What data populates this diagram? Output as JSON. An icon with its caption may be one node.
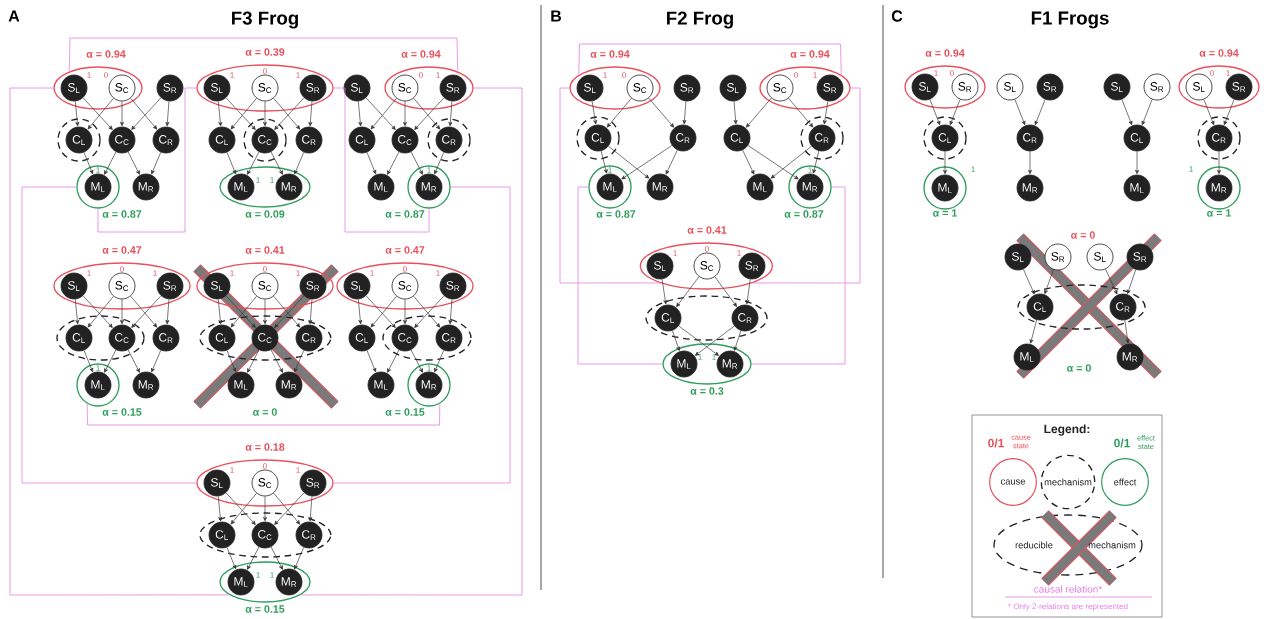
{
  "diagram": {
    "nodes": [
      {
        "text": [],
        "shape": "ellipse"
      },
      {
        "text": [],
        "shape": "circle"
      },
      {
        "text": [],
        "shape": "circle"
      },
      {
        "text": [],
        "shape": "ellipse"
      },
      {
        "text": [],
        "shape": "circle"
      },
      {
        "text": [],
        "shape": "ellipse"
      },
      {
        "text": [],
        "shape": "ellipse"
      },
      {
        "text": [],
        "shape": "circle"
      },
      {
        "text": [],
        "shape": "circle"
      },
      {
        "text": [],
        "shape": "ellipse"
      },
      {
        "text": [],
        "shape": "ellipse"
      },
      {
        "text": [],
        "shape": "circle"
      },
      {
        "text": [],
        "shape": "ellipse"
      },
      {
        "text": [],
        "shape": "ellipse"
      },
      {
        "text": [],
        "shape": "ellipse"
      },
      {
        "text": [],
        "shape": "ellipse"
      },
      {
        "text": [],
        "shape": "circle"
      },
      {
        "text": [],
        "shape": "ellipse"
      },
      {
        "text": [],
        "shape": "ellipse"
      },
      {
        "text": [],
        "shape": "ellipse"
      },
      {
        "text": [],
        "shape": "ellipse"
      },
      {
        "text": [],
        "shape": "circle"
      },
      {
        "text": [],
        "shape": "circle"
      },
      {
        "text": [],
        "shape": "ellipse"
      },
      {
        "text": [],
        "shape": "circle"
      },
      {
        "text": [],
        "shape": "circle"
      },
      {
        "text": [],
        "shape": "ellipse"
      },
      {
        "text": [],
        "shape": "ellipse"
      },
      {
        "text": [],
        "shape": "ellipse"
      },
      {
        "text": [],
        "shape": "ellipse"
      },
      {
        "text": [],
        "shape": "circle"
      },
      {
        "text": [],
        "shape": "circle"
      },
      {
        "text": [],
        "shape": "ellipse"
      },
      {
        "text": [],
        "shape": "circle"
      },
      {
        "text": [],
        "shape": "circle"
      },
      {
        "text": [],
        "shape": "ellipse"
      },
      {
        "text": [
          "S$_{L}$"
        ],
        "in": 0
      },
      {
        "text": [
          "S$_{C}$"
        ],
        "in": 0
      },
      {
        "text": [
          "S$_{R}$"
        ]
      },
      {
        "text": [
          "C$_{L}$"
        ],
        "in": 1
      },
      {
        "text": [
          "C$_{C}$"
        ]
      },
      {
        "text": [
          "C$_{R}$"
        ]
      },
      {
        "text": [
          "M$_{L}$"
        ],
        "in": 2
      },
      {
        "text": [
          "M$_{R}$"
        ]
      },
      {
        "text": [
          "S$_{L}$"
        ],
        "in": 3
      },
      {
        "text": [
          "S$_{C}$"
        ],
        "in": 3
      },
      {
        "text": [
          "S$_{R}$"
        ],
        "in": 3
      },
      {
        "text": [
          "C$_{L}$"
        ]
      },
      {
        "text": [
          "C$_{C}$"
        ],
        "in": 4
      },
      {
        "text": [
          "C$_{R}$"
        ]
      },
      {
        "text": [
          "M$_{L}$"
        ],
        "in": 5
      },
      {
        "text": [
          "M$_{R}$"
        ],
        "in": 5
      },
      {
        "text": [
          "S$_{L}$"
        ]
      },
      {
        "text": [
          "S$_{C}$"
        ],
        "in": 6
      },
      {
        "text": [
          "S$_{R}$"
        ],
        "in": 6
      },
      {
        "text": [
          "C$_{L}$"
        ]
      },
      {
        "text": [
          "C$_{C}$"
        ]
      },
      {
        "text": [
          "C$_{R}$"
        ],
        "in": 7
      },
      {
        "text": [
          "M$_{L}$"
        ]
      },
      {
        "text": [
          "M$_{R}$"
        ],
        "in": 8
      },
      {
        "text": [
          "S$_{L}$"
        ],
        "in": 9
      },
      {
        "text": [
          "S$_{C}$"
        ],
        "in": 9
      },
      {
        "text": [
          "S$_{R}$"
        ],
        "in": 9
      },
      {
        "text": [
          "C$_{L}$"
        ],
        "in": 10
      },
      {
        "text": [
          "C$_{C}$"
        ],
        "in": 10
      },
      {
        "text": [
          "C$_{R}$"
        ]
      },
      {
        "text": [
          "M$_{L}$"
        ],
        "in": 11
      },
      {
        "text": [
          "M$_{R}$"
        ]
      },
      {
        "text": [
          "S$_{L}$"
        ],
        "in": 12
      },
      {
        "text": [
          "S$_{C}$"
        ],
        "in": 12
      },
      {
        "text": [
          "S$_{R}$"
        ],
        "in": 12
      },
      {
        "text": [
          "C$_{L}$"
        ],
        "in": 13
      },
      {
        "text": [
          "C$_{C}$"
        ],
        "in": 13
      },
      {
        "text": [
          "C$_{R}$"
        ],
        "in": 13
      },
      {
        "text": [
          "M$_{L}$"
        ]
      },
      {
        "text": [
          "M$_{R}$"
        ]
      },
      {
        "text": [
          "S$_{L}$"
        ],
        "in": 14
      },
      {
        "text": [
          "S$_{C}$"
        ],
        "in": 14
      },
      {
        "text": [
          "S$_{R}$"
        ],
        "in": 14
      },
      {
        "text": [
          "C$_{L}$"
        ]
      },
      {
        "text": [
          "C$_{C}$"
        ],
        "in": 15
      },
      {
        "text": [
          "C$_{R}$"
        ],
        "in": 15
      },
      {
        "text": [
          "M$_{L}$"
        ]
      },
      {
        "text": [
          "M$_{R}$"
        ],
        "in": 16
      },
      {
        "text": [
          "S$_{L}$"
        ],
        "in": 17
      },
      {
        "text": [
          "S$_{C}$"
        ],
        "in": 17
      },
      {
        "text": [
          "S$_{R}$"
        ],
        "in": 17
      },
      {
        "text": [
          "C$_{L}$"
        ],
        "in": 18
      },
      {
        "text": [
          "C$_{C}$"
        ],
        "in": 18
      },
      {
        "text": [
          "C$_{R}$"
        ],
        "in": 18
      },
      {
        "text": [
          "M$_{L}$"
        ],
        "in": 19
      },
      {
        "text": [
          "M$_{R}$"
        ],
        "in": 19
      },
      {
        "text": [
          "S$_{L}$"
        ],
        "in": 20
      },
      {
        "text": [
          "S$_{C}$"
        ],
        "in": 20
      },
      {
        "text": [
          "S$_{R}$"
        ]
      },
      {
        "text": [
          "C$_{L}$"
        ],
        "in": 21
      },
      {
        "text": [
          "C$_{R}$"
        ]
      },
      {
        "text": [
          "M$_{L}$"
        ],
        "in": 22
      },
      {
        "text": [
          "M$_{R}$"
        ]
      },
      {
        "text": [
          "S$_{L}$"
        ]
      },
      {
        "text": [
          "S$_{C}$"
        ],
        "in": 23
      },
      {
        "text": [
          "S$_{R}$"
        ],
        "in": 23
      },
      {
        "text": [
          "C$_{L}$"
        ]
      },
      {
        "text": [
          "C$_{R}$"
        ],
        "in": 24
      },
      {
        "text": [
          "M$_{L}$"
        ]
      },
      {
        "text": [
          "M$_{R}$"
        ],
        "in": 25
      },
      {
        "text": [
          "S$_{L}$"
        ],
        "in": 26
      },
      {
        "text": [
          "S$_{C}$"
        ],
        "in": 26
      },
      {
        "text": [
          "S$_{R}$"
        ],
        "in": 26
      },
      {
        "text": [
          "C$_{L}$"
        ],
        "in": 27
      },
      {
        "text": [
          "C$_{R}$"
        ],
        "in": 27
      },
      {
        "text": [
          "M$_{L}$"
        ],
        "in": 28
      },
      {
        "text": [
          "M$_{R}$"
        ],
        "in": 28
      },
      {
        "text": [
          "S$_{L}$"
        ],
        "in": 29
      },
      {
        "text": [
          "S$_{R}$"
        ],
        "in": 29
      },
      {
        "text": [
          "C$_{L}$"
        ],
        "in": 30
      },
      {
        "text": [
          "M$_{L}$"
        ],
        "in": 31
      },
      {
        "text": [
          "S$_{L}$"
        ]
      },
      {
        "text": [
          "S$_{R}$"
        ]
      },
      {
        "text": [
          "C$_{R}$"
        ]
      },
      {
        "text": [
          "M$_{R}$"
        ]
      },
      {
        "text": [
          "S$_{L}$"
        ]
      },
      {
        "text": [
          "S$_{R}$"
        ]
      },
      {
        "text": [
          "C$_{L}$"
        ]
      },
      {
        "text": [
          "M$_{L}$"
        ]
      },
      {
        "text": [
          "S$_{L}$"
        ],
        "in": 32
      },
      {
        "text": [
          "S$_{R}$"
        ],
        "in": 32
      },
      {
        "text": [
          "C$_{R}$"
        ],
        "in": 33
      },
      {
        "text": [
          "M$_{R}$"
        ],
        "in": 34
      },
      {
        "text": [
          "S$_{L}$"
        ]
      },
      {
        "text": [
          "S$_{R}$"
        ]
      },
      {
        "text": [
          "S$_{L}$"
        ]
      },
      {
        "text": [
          "S$_{R}$"
        ]
      },
      {
        "text": [
          "C$_{L}$"
        ],
        "in": 35
      },
      {
        "text": [
          "C$_{R}$"
        ],
        "in": 35
      },
      {
        "text": [
          "M$_{L}$"
        ]
      },
      {
        "text": [
          "M$_{R}$"
        ]
      }
    ],
    "edges": [
      {
        "from": 36,
        "to": 39,
        "arrow": "to"
      },
      {
        "from": 36,
        "to": 40,
        "arrow": "to"
      },
      {
        "from": 37,
        "to": 39,
        "arrow": "to"
      },
      {
        "from": 37,
        "to": 40,
        "arrow": "to"
      },
      {
        "from": 37,
        "to": 41,
        "arrow": "to"
      },
      {
        "from": 38,
        "to": 40,
        "arrow": "to"
      },
      {
        "from": 38,
        "to": 41,
        "arrow": "to"
      },
      {
        "from": 39,
        "to": 42,
        "arrow": "to"
      },
      {
        "from": 40,
        "to": 42,
        "arrow": "to"
      },
      {
        "from": 40,
        "to": 43,
        "arrow": "to"
      },
      {
        "from": 41,
        "to": 43,
        "arrow": "to"
      },
      {
        "from": 44,
        "to": 47,
        "arrow": "to"
      },
      {
        "from": 44,
        "to": 48,
        "arrow": "to"
      },
      {
        "from": 45,
        "to": 47,
        "arrow": "to"
      },
      {
        "from": 45,
        "to": 48,
        "arrow": "to"
      },
      {
        "from": 45,
        "to": 49,
        "arrow": "to"
      },
      {
        "from": 46,
        "to": 48,
        "arrow": "to"
      },
      {
        "from": 46,
        "to": 49,
        "arrow": "to"
      },
      {
        "from": 47,
        "to": 50,
        "arrow": "to"
      },
      {
        "from": 48,
        "to": 50,
        "arrow": "to"
      },
      {
        "from": 48,
        "to": 51,
        "arrow": "to"
      },
      {
        "from": 49,
        "to": 51,
        "arrow": "to"
      },
      {
        "from": 52,
        "to": 55,
        "arrow": "to"
      },
      {
        "from": 52,
        "to": 56,
        "arrow": "to"
      },
      {
        "from": 53,
        "to": 55,
        "arrow": "to"
      },
      {
        "from": 53,
        "to": 56,
        "arrow": "to"
      },
      {
        "from": 53,
        "to": 57,
        "arrow": "to"
      },
      {
        "from": 54,
        "to": 56,
        "arrow": "to"
      },
      {
        "from": 54,
        "to": 57,
        "arrow": "to"
      },
      {
        "from": 55,
        "to": 58,
        "arrow": "to"
      },
      {
        "from": 56,
        "to": 58,
        "arrow": "to"
      },
      {
        "from": 56,
        "to": 59,
        "arrow": "to"
      },
      {
        "from": 57,
        "to": 59,
        "arrow": "to"
      },
      {
        "from": 60,
        "to": 63,
        "arrow": "to"
      },
      {
        "from": 60,
        "to": 64,
        "arrow": "to"
      },
      {
        "from": 61,
        "to": 63,
        "arrow": "to"
      },
      {
        "from": 61,
        "to": 64,
        "arrow": "to"
      },
      {
        "from": 61,
        "to": 65,
        "arrow": "to"
      },
      {
        "from": 62,
        "to": 64,
        "arrow": "to"
      },
      {
        "from": 62,
        "to": 65,
        "arrow": "to"
      },
      {
        "from": 63,
        "to": 66,
        "arrow": "to"
      },
      {
        "from": 64,
        "to": 66,
        "arrow": "to"
      },
      {
        "from": 64,
        "to": 67,
        "arrow": "to"
      },
      {
        "from": 65,
        "to": 67,
        "arrow": "to"
      },
      {
        "from": 68,
        "to": 71,
        "arrow": "to"
      },
      {
        "from": 68,
        "to": 72,
        "arrow": "to"
      },
      {
        "from": 69,
        "to": 71,
        "arrow": "to"
      },
      {
        "from": 69,
        "to": 72,
        "arrow": "to"
      },
      {
        "from": 69,
        "to": 73,
        "arrow": "to"
      },
      {
        "from": 70,
        "to": 72,
        "arrow": "to"
      },
      {
        "from": 70,
        "to": 73,
        "arrow": "to"
      },
      {
        "from": 71,
        "to": 74,
        "arrow": "to"
      },
      {
        "from": 72,
        "to": 74,
        "arrow": "to"
      },
      {
        "from": 72,
        "to": 75,
        "arrow": "to"
      },
      {
        "from": 73,
        "to": 75,
        "arrow": "to"
      },
      {
        "from": 76,
        "to": 79,
        "arrow": "to"
      },
      {
        "from": 76,
        "to": 80,
        "arrow": "to"
      },
      {
        "from": 77,
        "to": 79,
        "arrow": "to"
      },
      {
        "from": 77,
        "to": 80,
        "arrow": "to"
      },
      {
        "from": 77,
        "to": 81,
        "arrow": "to"
      },
      {
        "from": 78,
        "to": 80,
        "arrow": "to"
      },
      {
        "from": 78,
        "to": 81,
        "arrow": "to"
      },
      {
        "from": 79,
        "to": 82,
        "arrow": "to"
      },
      {
        "from": 80,
        "to": 82,
        "arrow": "to"
      },
      {
        "from": 80,
        "to": 83,
        "arrow": "to"
      },
      {
        "from": 81,
        "to": 83,
        "arrow": "to"
      },
      {
        "from": 84,
        "to": 87,
        "arrow": "to"
      },
      {
        "from": 84,
        "to": 88,
        "arrow": "to"
      },
      {
        "from": 85,
        "to": 87,
        "arrow": "to"
      },
      {
        "from": 85,
        "to": 88,
        "arrow": "to"
      },
      {
        "from": 85,
        "to": 89,
        "arrow": "to"
      },
      {
        "from": 86,
        "to": 88,
        "arrow": "to"
      },
      {
        "from": 86,
        "to": 89,
        "arrow": "to"
      },
      {
        "from": 87,
        "to": 90,
        "arrow": "to"
      },
      {
        "from": 88,
        "to": 90,
        "arrow": "to"
      },
      {
        "from": 88,
        "to": 91,
        "arrow": "to"
      },
      {
        "from": 89,
        "to": 91,
        "arrow": "to"
      },
      {
        "from": 92,
        "to": 95,
        "arrow": "to"
      },
      {
        "from": 93,
        "to": 95,
        "arrow": "to"
      },
      {
        "from": 93,
        "to": 96,
        "arrow": "to"
      },
      {
        "from": 94,
        "to": 96,
        "arrow": "to"
      },
      {
        "from": 95,
        "to": 97,
        "arrow": "to"
      },
      {
        "from": 95,
        "to": 98,
        "arrow": "to"
      },
      {
        "from": 96,
        "to": 97,
        "arrow": "to"
      },
      {
        "from": 96,
        "to": 98,
        "arrow": "to"
      },
      {
        "from": 99,
        "to": 102,
        "arrow": "to"
      },
      {
        "from": 100,
        "to": 102,
        "arrow": "to"
      },
      {
        "from": 100,
        "to": 103,
        "arrow": "to"
      },
      {
        "from": 101,
        "to": 103,
        "arrow": "to"
      },
      {
        "from": 102,
        "to": 104,
        "arrow": "to"
      },
      {
        "from": 102,
        "to": 105,
        "arrow": "to"
      },
      {
        "from": 103,
        "to": 104,
        "arrow": "to"
      },
      {
        "from": 103,
        "to": 105,
        "arrow": "to"
      },
      {
        "from": 106,
        "to": 109,
        "arrow": "to"
      },
      {
        "from": 107,
        "to": 109,
        "arrow": "to"
      },
      {
        "from": 107,
        "to": 110,
        "arrow": "to"
      },
      {
        "from": 108,
        "to": 110,
        "arrow": "to"
      },
      {
        "from": 109,
        "to": 111,
        "arrow": "to"
      },
      {
        "from": 109,
        "to": 112,
        "arrow": "to"
      },
      {
        "from": 110,
        "to": 111,
        "arrow": "to"
      },
      {
        "from": 110,
        "to": 112,
        "arrow": "to"
      },
      {
        "from": 113,
        "to": 115,
        "arrow": "to"
      },
      {
        "from": 114,
        "to": 115,
        "arrow": "to"
      },
      {
        "from": 115,
        "to": 116,
        "arrow": "to"
      },
      {
        "from": 117,
        "to": 119,
        "arrow": "to"
      },
      {
        "from": 118,
        "to": 119,
        "arrow": "to"
      },
      {
        "from": 119,
        "to": 120,
        "arrow": "to"
      },
      {
        "from": 121,
        "to": 123,
        "arrow": "to"
      },
      {
        "from": 122,
        "to": 123,
        "arrow": "to"
      },
      {
        "from": 123,
        "to": 124,
        "arrow": "to"
      },
      {
        "from": 125,
        "to": 127,
        "arrow": "to"
      },
      {
        "from": 126,
        "to": 127,
        "arrow": "to"
      },
      {
        "from": 127,
        "to": 128,
        "arrow": "to"
      },
      {
        "from": 129,
        "to": 133,
        "arrow": "to"
      },
      {
        "from": 130,
        "to": 133,
        "arrow": "to"
      },
      {
        "from": 131,
        "to": 134,
        "arrow": "to"
      },
      {
        "from": 132,
        "to": 134,
        "arrow": "to"
      },
      {
        "from": 133,
        "to": 135,
        "arrow": "to"
      },
      {
        "from": 134,
        "to": 136,
        "arrow": "to"
      },
      {
        "from": 0,
        "to": 6,
        "arrow": "none",
        "color": "#e67ee6"
      },
      {
        "from": 3,
        "to": 2,
        "arrow": "none",
        "color": "#e67ee6"
      },
      {
        "from": 3,
        "to": 8,
        "arrow": "none",
        "color": "#e67ee6"
      },
      {
        "from": 0,
        "to": 19,
        "arrow": "none",
        "color": "#e67ee6"
      },
      {
        "from": 6,
        "to": 19,
        "arrow": "none",
        "color": "#e67ee6"
      },
      {
        "from": 2,
        "to": 17,
        "arrow": "none",
        "color": "#e67ee6"
      },
      {
        "from": 8,
        "to": 17,
        "arrow": "none",
        "color": "#e67ee6"
      },
      {
        "from": 11,
        "to": 16,
        "arrow": "none",
        "color": "#e67ee6"
      },
      {
        "from": 20,
        "to": 26,
        "arrow": "none",
        "color": "#e67ee6"
      },
      {
        "from": 23,
        "to": 26,
        "arrow": "none",
        "color": "#e67ee6"
      },
      {
        "from": 20,
        "to": 23,
        "arrow": "none",
        "color": "#e67ee6"
      },
      {
        "from": 22,
        "to": 28,
        "arrow": "none",
        "color": "#e67ee6"
      },
      {
        "from": 25,
        "to": 28,
        "arrow": "none",
        "color": "#e67ee6"
      }
    ],
    "labels": [
      "A",
      "F3 Frog",
      "α = 0.94",
      "1",
      "0",
      "1",
      "α = 0.87",
      "α = 0.39",
      "1",
      "0",
      "1",
      "1",
      "1",
      "α = 0.09",
      "α = 0.94",
      "0",
      "1",
      "1",
      "α = 0.87",
      "α = 0.47",
      "1",
      "0",
      "1",
      "1",
      "α = 0.15",
      "α = 0.41",
      "1",
      "0",
      "1",
      "α = 0",
      "α = 0.47",
      "1",
      "0",
      "1",
      "1",
      "α = 0.15",
      "α = 0.18",
      "1",
      "0",
      "1",
      "1",
      "1",
      "α = 0.15",
      "B",
      "F2 Frog",
      "α = 0.94",
      "1",
      "0",
      "1",
      "α = 0.87",
      "α = 0.94",
      "0",
      "1",
      "1",
      "α = 0.87",
      "α = 0.41",
      "1",
      "0",
      "1",
      "1",
      "1",
      "α = 0.3",
      "C",
      "F1 Frogs",
      "α = 0.94",
      "1",
      "0",
      "1",
      "α = 1",
      "α = 0.94",
      "0",
      "1",
      "1",
      "α = 1",
      "α = 0",
      "α = 0",
      "Legend:",
      "0/1",
      "cause state",
      "0/1",
      "effect state",
      "reducible",
      "mechanism",
      "* Only 2-relations are represented"
    ],
    "legend": [
      {
        "text": "cause"
      },
      {
        "text": "mechanism"
      },
      {
        "text": "effect"
      },
      {
        "text": "causal relation*"
      }
    ]
  }
}
